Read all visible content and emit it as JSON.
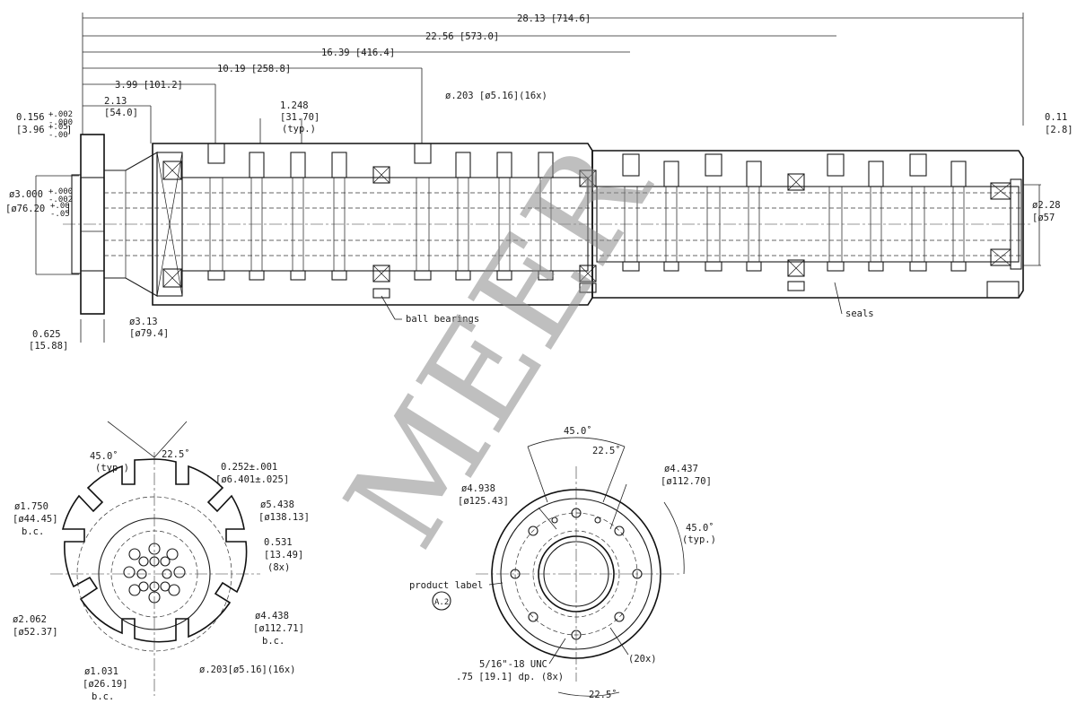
{
  "watermark": "MEER",
  "callouts": {
    "ball_bearings": "ball bearings",
    "seals": "seals",
    "product_label": "product label",
    "view_marker": "A.2"
  },
  "side_view_dims": {
    "overall_length": "28.13 [714.6]",
    "length_22": "22.56 [573.0]",
    "length_16": "16.39 [416.4]",
    "length_10": "10.19 [258.8]",
    "length_3": "3.99 [101.2]",
    "length_2_top": "2.13",
    "length_2_bot": "[54.0]",
    "pitch_top": "1.248",
    "pitch_mid": "[31.70]",
    "pitch_typ": "(typ.)",
    "hole_dia": "ø.203 [ø5.16](16x)",
    "flange_thk_top": "0.156",
    "flange_thk_tol_top": "+.002",
    "flange_thk_tol_bot": "-.000",
    "flange_thk_mm": "[3.96",
    "flange_thk_mm_tol_top": "+.05",
    "flange_thk_mm_tol_bot": "-.00",
    "flange_thk_mm_close": "]",
    "pilot_dia": "ø3.000",
    "pilot_tol_top": "+.000",
    "pilot_tol_bot": "-.002",
    "pilot_dia_mm": "[ø76.20",
    "pilot_mm_tol_top": "+.00",
    "pilot_mm_tol_bot": "-.05",
    "pilot_mm_close": "]",
    "flange_w_top": "0.625",
    "flange_w_bot": "[15.88]",
    "neck_dia_top": "ø3.13",
    "neck_dia_bot": "[ø79.4]",
    "end_gap_top": "0.11",
    "end_gap_bot": "[2.8]",
    "end_bore_top": "ø2.28",
    "end_bore_bot": "[ø57"
  },
  "left_view_dims": {
    "angle_45": "45.0˚",
    "angle_typ": "(typ )",
    "angle_22": "22.5˚",
    "slot_w_top": "0.252±.001",
    "slot_w_bot": "[ø6.401±.025]",
    "od_top": "ø5.438",
    "od_bot": "[ø138.13]",
    "slot_d_top": "0.531",
    "slot_d_mid": "[13.49]",
    "slot_d_cnt": "(8x)",
    "bc1_top": "ø1.750",
    "bc1_mid": "[ø44.45]",
    "bc1_bot": "b.c.",
    "dia2_top": "ø2.062",
    "dia2_bot": "[ø52.37]",
    "bc4_top": "ø4.438",
    "bc4_mid": "[ø112.71]",
    "bc4_bot": "b.c.",
    "bc1b_top": "ø1.031",
    "bc1b_mid": "[ø26.19]",
    "bc1b_bot": "b.c.",
    "holes": "ø.203[ø5.16](16x)"
  },
  "right_view_dims": {
    "angle_45": "45.0˚",
    "angle_22_top": "22.5˚",
    "dia_4437_top": "ø4.437",
    "dia_4437_bot": "[ø112.70]",
    "dia_4938_top": "ø4.938",
    "dia_4938_bot": "[ø125.43]",
    "angle_45_side": "45.0˚",
    "angle_typ": "(typ.)",
    "thread_top": "5/16\"-18 UNC",
    "thread_bot": ".75 [19.1] dp. (8x)",
    "count_20": "(20x)",
    "angle_22_bot": "22.5˚"
  }
}
